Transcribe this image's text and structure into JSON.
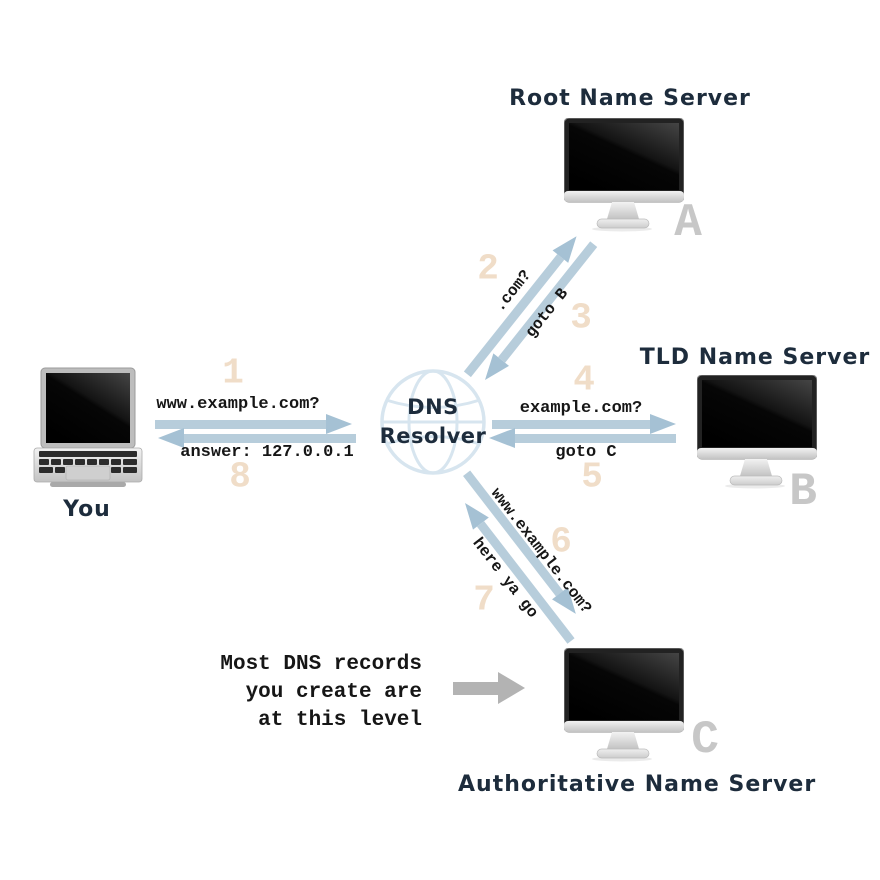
{
  "nodes": {
    "client": {
      "label": "You"
    },
    "resolver": {
      "line1": "DNS",
      "line2": "Resolver"
    },
    "root": {
      "title": "Root Name Server",
      "letter": "A"
    },
    "tld": {
      "title": "TLD Name Server",
      "letter": "B"
    },
    "auth": {
      "title": "Authoritative Name Server",
      "letter": "C"
    }
  },
  "steps": {
    "s1": {
      "num": "1",
      "label": "www.example.com?"
    },
    "s2": {
      "num": "2",
      "label": ".com?"
    },
    "s3": {
      "num": "3",
      "label": "goto B"
    },
    "s4": {
      "num": "4",
      "label": "example.com?"
    },
    "s5": {
      "num": "5",
      "label": "goto C"
    },
    "s6": {
      "num": "6",
      "label": "www.example.com?"
    },
    "s7": {
      "num": "7",
      "label": "here ya go"
    },
    "s8": {
      "num": "8",
      "label": "answer: 127.0.0.1"
    }
  },
  "note": {
    "line1": "Most DNS records",
    "line2": "you create are",
    "line3": "at this level"
  },
  "colors": {
    "arrow": "#b7cddb",
    "arrowhead": "#a5c1d4",
    "number": "#f0ddc8",
    "heading": "#1d2c3c",
    "letter": "#c7c7c7",
    "note-arrow": "#b3b3b3",
    "label-text": "#161616",
    "globe-line": "#d7e5ef"
  }
}
